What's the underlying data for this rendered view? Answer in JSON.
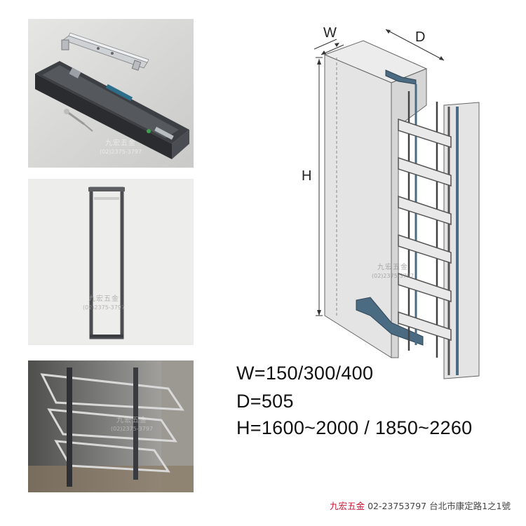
{
  "dimension_labels": {
    "width": "W",
    "depth": "D",
    "height": "H"
  },
  "specs": {
    "width": "W=150/300/400",
    "depth": "D=505",
    "height": "H=1600~2000 / 1850~2260"
  },
  "watermark": {
    "brand": "九宏五金",
    "phone": "(02)2375-3797"
  },
  "footer": {
    "brand": "九宏五金",
    "phone": "02-23753797",
    "address": "台北市康定路1之1號"
  },
  "colors": {
    "footer_brand": "#c8102e",
    "slide_rail": "#4a6b82",
    "cabinet": "#e4e4e4"
  }
}
